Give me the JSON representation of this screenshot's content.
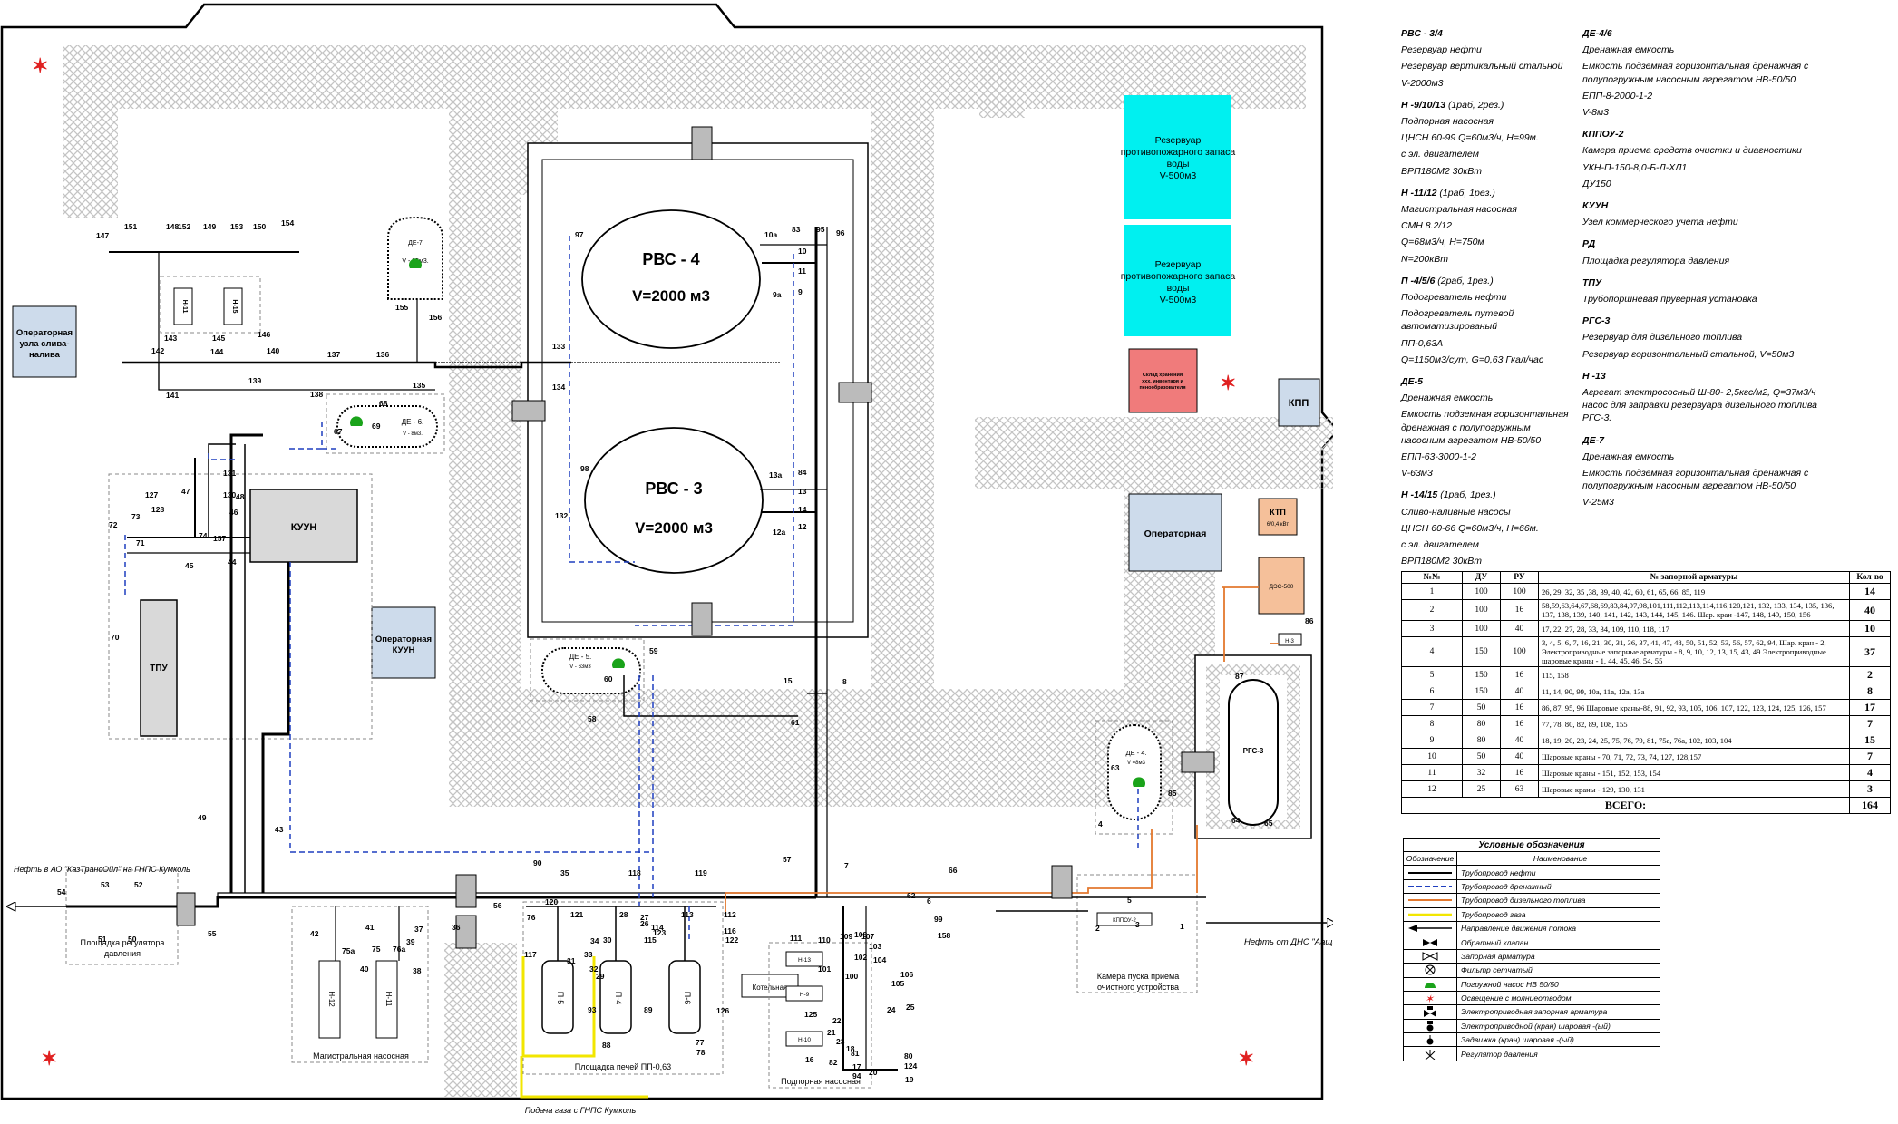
{
  "colors": {
    "oil": "#000000",
    "drain": "#1f3fbf",
    "diesel": "#e3782e",
    "gas": "#f2e600",
    "pump": "#1aa31a",
    "water_tank": "#00f0f0",
    "storage": "#f07b7b",
    "ktp": "#f5c09a",
    "building": "#cddbeb",
    "kuun": "#d9d9d9"
  },
  "scheme": {
    "rvs4_title": "РВС - 4",
    "rvs4_vol": "V=2000 м3",
    "rvs3_title": "РВС - 3",
    "rvs3_vol": "V=2000 м3",
    "water_tank_1": [
      "Резервуар",
      "противопожарного запаса",
      "воды",
      "V-500м3"
    ],
    "water_tank_2": [
      "Резервуар",
      "противопожарного запаса",
      "воды",
      "V-500м3"
    ],
    "storage_label": [
      "Склад хранения",
      "ххх, инвентаря и",
      "пенообразователя"
    ],
    "kpp": "КПП",
    "operator_room": "Операторная",
    "ktp": [
      "КТП",
      "6/0,4 кВт"
    ],
    "des": "ДЭС-500",
    "op_sliv": [
      "Операторная",
      "узла слива-",
      "налива"
    ],
    "op_kuun": [
      "Операторная",
      "КУУН"
    ],
    "kuun": "КУУН",
    "tpu": "ТПУ",
    "rgs3": "РГС-3",
    "de7": [
      "ДЕ-7",
      "V - 25м3."
    ],
    "de6": [
      "ДЕ - 6.",
      "V - 8м3."
    ],
    "de5": [
      "ДЕ - 5.",
      "V - 63м3"
    ],
    "de4": [
      "ДЕ - 4.",
      "V =8м3"
    ],
    "n11": "Н-11",
    "n15": "Н-15",
    "n12": "Н-12",
    "n11b": "Н-11",
    "p5": "П-5",
    "p4": "П-4",
    "p6": "П-6",
    "n13": "Н-13",
    "n9": "Н-9",
    "n10": "Н-10",
    "kotelnaya": "Котельная",
    "kppou": "КППОУ-2",
    "n3": "Н-3",
    "ploshad_reg": [
      "Площадка регулятора",
      "давления"
    ],
    "magistral": "Магистральная насосная",
    "pechi": "Площадка печей  ПП-0,63",
    "podpor": "Подпорная насосная",
    "kamera": [
      "Камера пуска приема",
      "очистного устройства"
    ],
    "gas_supply": "Подача газа с ГНПС Кумколь",
    "oil_out": "Нефть в АО \"КазТрансОйл\" на ГНПС Кумколь",
    "oil_in": "Нефть от ДНС \"Аащисай\"",
    "valve_labels": [
      "151",
      "148",
      "152",
      "149",
      "153",
      "150",
      "154",
      "147",
      "155",
      "156",
      "143",
      "145",
      "146",
      "144",
      "142",
      "140",
      "137",
      "136",
      "139",
      "141",
      "138",
      "135",
      "133",
      "134",
      "68",
      "67",
      "69",
      "97",
      "98",
      "132",
      "10а",
      "83",
      "95",
      "96",
      "10",
      "11",
      "9а",
      "9",
      "13а",
      "84",
      "13",
      "14",
      "12а",
      "12",
      "131",
      "127",
      "128",
      "47",
      "130",
      "48",
      "46",
      "72",
      "73",
      "71",
      "74",
      "157",
      "45",
      "44",
      "70",
      "59",
      "60",
      "58",
      "15",
      "8",
      "61",
      "49",
      "43",
      "90",
      "57",
      "7",
      "66",
      "62",
      "6",
      "99",
      "158",
      "54",
      "53",
      "52",
      "51",
      "50",
      "55",
      "56",
      "36",
      "42",
      "41",
      "75а",
      "40",
      "75",
      "76а",
      "39",
      "37",
      "38",
      "76",
      "35",
      "118",
      "119",
      "120",
      "121",
      "117",
      "31",
      "34",
      "33",
      "30",
      "32",
      "29",
      "28",
      "27",
      "26",
      "115",
      "114",
      "113",
      "112",
      "116",
      "122",
      "123",
      "111",
      "110",
      "109",
      "108",
      "107",
      "106",
      "105",
      "104",
      "103",
      "102",
      "101",
      "100",
      "25",
      "24",
      "22",
      "21",
      "23",
      "81",
      "18",
      "82",
      "17",
      "16",
      "94",
      "20",
      "19",
      "80",
      "124",
      "125",
      "126",
      "77",
      "78",
      "93",
      "89",
      "88",
      "86",
      "87",
      "64",
      "65",
      "63",
      "85",
      "4",
      "5",
      "3",
      "2",
      "1"
    ]
  },
  "descriptions": {
    "left": [
      {
        "title": "РВС - 3/4",
        "lines": [
          "Резервуар нефти",
          "Резервуар вертикальный стальной",
          "V-2000м3"
        ]
      },
      {
        "title": "Н -9/10/13",
        "title_note": " (1раб, 2рез.)",
        "lines": [
          "Подпорная насосная",
          "ЦНСН 60-99 Q=60м3/ч, Н=99м.",
          "с эл. двигателем",
          "ВРП180М2 30кВт"
        ]
      },
      {
        "title": "Н -11/12",
        "title_note": " (1раб, 1рез.)",
        "lines": [
          "Магистральная насосная",
          "СМН 8.2/12",
          "Q=68м3/ч, Н=750м",
          "N=200кВт"
        ]
      },
      {
        "title": "П -4/5/6",
        "title_note": " (2раб, 1рез.)",
        "lines": [
          "Подогреватель нефти",
          "Подогреватель путевой автоматизированый",
          "ПП-0,63А",
          "Q=1150м3/сут, G=0,63 Гкал/час"
        ]
      },
      {
        "title": "ДЕ-5",
        "lines": [
          "Дренажная емкость",
          "Емкость подземная горизонтальная дренажная с полупогружным насосным агрегатом НВ-50/50",
          "ЕПП-63-3000-1-2",
          "V-63м3"
        ]
      },
      {
        "title": "Н -14/15",
        "title_note": " (1раб, 1рез.)",
        "lines": [
          "Сливо-наливные насосы",
          "ЦНСН 60-66 Q=60м3/ч, Н=66м.",
          "с эл. двигателем",
          "ВРП180М2 30кВт"
        ]
      }
    ],
    "right": [
      {
        "title": "ДЕ-4/6",
        "lines": [
          "Дренажная емкость",
          "Емкость подземная горизонтальная дренажная с полупогружным насосным агрегатом НВ-50/50",
          "ЕПП-8-2000-1-2",
          "V-8м3"
        ]
      },
      {
        "title": "КППОУ-2",
        "lines": [
          "Камера приема средств очистки и диагностики",
          "УКН-П-150-8,0-Б-Л-ХЛ1",
          "ДУ150"
        ]
      },
      {
        "title": "КУУН",
        "lines": [
          "Узел коммерческого учета нефти"
        ]
      },
      {
        "title": "РД",
        "lines": [
          "Площадка регулятора давления"
        ]
      },
      {
        "title": "ТПУ",
        "lines": [
          "Трубопоршневая пруверная установка"
        ]
      },
      {
        "title": "РГС-3",
        "lines": [
          "Резервуар для дизельного топлива",
          "Резервуар горизонтальный стальной, V=50м3"
        ]
      },
      {
        "title": "Н -13",
        "lines": [
          "Агрегат электрососный Ш-80- 2,5кгс/м2, Q=37м3/ч насос для заправки резервуара дизельного топлива РГС-3."
        ]
      },
      {
        "title": "ДЕ-7",
        "lines": [
          "Дренажная емкость",
          "Емкость подземная горизонтальная дренажная с полупогружным насосным агрегатом НВ-50/50",
          "V-25м3"
        ]
      }
    ]
  },
  "valve_table": {
    "headers": [
      "№№",
      "ДУ",
      "РУ",
      "№ запорной арматуры",
      "Кол-во"
    ],
    "rows": [
      [
        "1",
        "100",
        "100",
        "26, 29, 32, 35 ,38, 39, 40, 42, 60, 61, 65, 66, 85, 119",
        "14"
      ],
      [
        "2",
        "100",
        "16",
        "58,59,63,64,67,68,69,83,84,97,98,101,111,112,113,114,116,120,121, 132, 133, 134, 135, 136, 137, 138, 139, 140, 141, 142, 143, 144, 145, 146.  Шар. кран -147, 148, 149, 150, 156",
        "40"
      ],
      [
        "3",
        "100",
        "40",
        "17, 22, 27, 28, 33, 34, 109, 110, 118, 117",
        "10"
      ],
      [
        "4",
        "150",
        "100",
        "3, 4, 5, 6, 7, 16, 21, 30, 31, 36, 37, 41, 47, 48, 50, 51, 52, 53, 56, 57, 62, 94, Шар. кран - 2, Электроприводные запорные арматуры - 8, 9, 10, 12, 13, 15, 43, 49 Электроприводные шаровые краны - 1, 44, 45, 46, 54, 55",
        "37"
      ],
      [
        "5",
        "150",
        "16",
        "115, 158",
        "2"
      ],
      [
        "6",
        "150",
        "40",
        "11, 14, 90, 99, 10а, 11а, 12а, 13а",
        "8"
      ],
      [
        "7",
        "50",
        "16",
        "86, 87, 95, 96 Шаровые краны-88, 91, 92, 93, 105, 106, 107, 122, 123, 124, 125, 126, 157",
        "17"
      ],
      [
        "8",
        "80",
        "16",
        "77, 78, 80, 82, 89, 108, 155",
        "7"
      ],
      [
        "9",
        "80",
        "40",
        "18, 19, 20, 23, 24, 25, 75, 76, 79, 81, 75а, 76а, 102, 103, 104",
        "15"
      ],
      [
        "10",
        "50",
        "40",
        "Шаровые краны - 70, 71, 72, 73, 74,  127, 128,157",
        "7"
      ],
      [
        "11",
        "32",
        "16",
        "Шаровые краны - 151, 152, 153, 154",
        "4"
      ],
      [
        "12",
        "25",
        "63",
        "Шаровые краны - 129, 130, 131",
        "3"
      ]
    ],
    "total_label": "ВСЕГО:",
    "total": "164"
  },
  "legend": {
    "title": "Условные обозначения",
    "col1": "Обозначение",
    "col2": "Наименование",
    "items": [
      {
        "sym": "oil",
        "text": "Трубопровод нефти"
      },
      {
        "sym": "drain",
        "text": "Трубопровод дренажный"
      },
      {
        "sym": "diesel",
        "text": "Трубопровод дизельного топлива"
      },
      {
        "sym": "gas",
        "text": "Трубопровод газа"
      },
      {
        "sym": "arrow",
        "text": "Направление движения потока"
      },
      {
        "sym": "check",
        "text": "Обратный клапан"
      },
      {
        "sym": "valve",
        "text": "Запорная арматура"
      },
      {
        "sym": "filter",
        "text": "Фильтр сетчатый"
      },
      {
        "sym": "pump",
        "text": "Погружной насос НВ 50/50"
      },
      {
        "sym": "light",
        "text": "Освещение с молниеотводом"
      },
      {
        "sym": "evalve",
        "text": "Электроприводная запорная арматура"
      },
      {
        "sym": "eball",
        "text": "Электроприводной (кран) шаровая -(ый)"
      },
      {
        "sym": "ball",
        "text": "Задвижка (кран) шаровая -(ый)"
      },
      {
        "sym": "reg",
        "text": "Регулятор давления"
      }
    ]
  }
}
